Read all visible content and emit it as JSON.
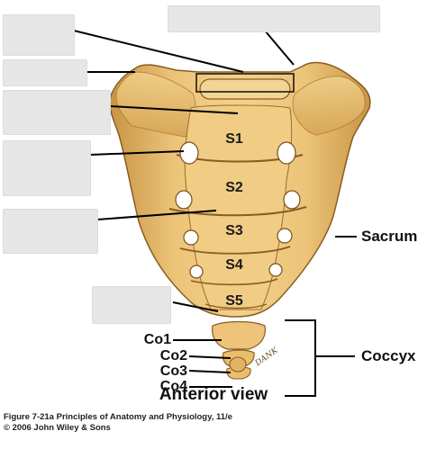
{
  "labels": {
    "sacral_segments": [
      "S1",
      "S2",
      "S3",
      "S4",
      "S5"
    ],
    "coccygeal_segments": [
      "Co1",
      "Co2",
      "Co3",
      "Co4"
    ],
    "sacrum": "Sacrum",
    "coccyx": "Coccyx"
  },
  "view_title": "Anterior view",
  "caption": {
    "line1": "Figure 7-21a  Principles of Anatomy and Physiology, 11/e",
    "line2": "© 2006 John Wiley & Sons"
  },
  "artist_signature": "DANK",
  "colors": {
    "bone_fill": "#e9bf6e",
    "bone_shadow": "#c8923e",
    "bone_outline": "#8a5c22",
    "foramen": "#ffffff",
    "leader_line": "#000000",
    "blank_box": "#e6e6e6"
  }
}
